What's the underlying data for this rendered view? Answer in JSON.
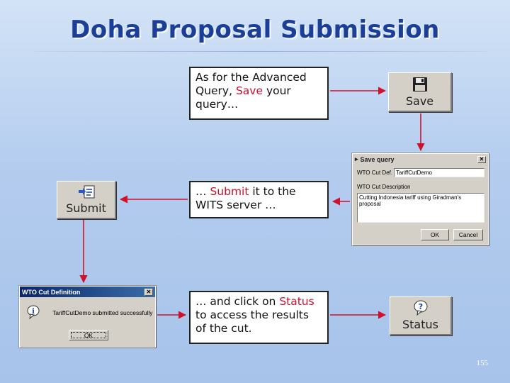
{
  "title": "Doha Proposal Submission",
  "colors": {
    "title": "#1b3f97",
    "highlight": "#c8102e",
    "arrow": "#d0112b",
    "background": "#b3ccee"
  },
  "callouts": {
    "save": {
      "pre": "As for the Advanced Query, ",
      "hl": "Save",
      "post": " your query…"
    },
    "submit": {
      "pre": "… ",
      "hl": "Submit",
      "post": " it to the WITS server …"
    },
    "status": {
      "pre": "… and click on ",
      "hl": "Status",
      "post": " to access the results of the cut."
    }
  },
  "buttons": {
    "save": {
      "label": "Save",
      "icon": "floppy-disk-icon"
    },
    "submit": {
      "label": "Submit",
      "icon": "submit-icon"
    },
    "status": {
      "label": "Status",
      "icon": "question-bubble-icon"
    }
  },
  "save_dialog": {
    "title": "Save query",
    "cut_def_label": "WTO Cut Def.",
    "cut_def_value": "TariffCutDemo",
    "desc_label": "WTO Cut Description",
    "desc_value": "Cutting Indonesia tariff using Giradman's proposal",
    "ok_label": "OK",
    "cancel_label": "Cancel"
  },
  "definition_dialog": {
    "title": "WTO Cut Definition",
    "message": "TariffCutDemo submitted successfully",
    "ok_label": "OK",
    "icon": "info-bubble-icon"
  },
  "page_number": "155"
}
